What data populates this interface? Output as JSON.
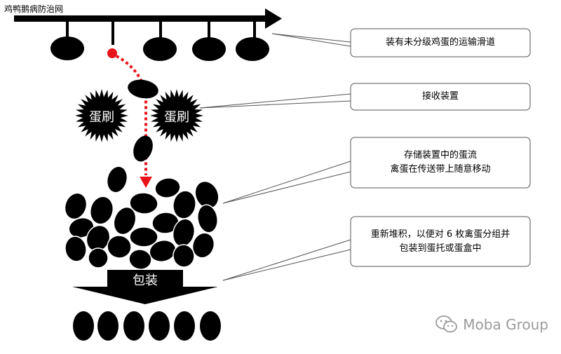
{
  "site_label": "鸡鸭鹅病防治网",
  "brush_label_left": "蛋刷",
  "brush_label_right": "蛋刷",
  "pack_label": "包装",
  "callouts": [
    {
      "lines": [
        "装有未分级鸡蛋的运输滑道"
      ]
    },
    {
      "lines": [
        "接收装置"
      ]
    },
    {
      "lines": [
        "存储装置中的蛋流",
        "禽蛋在传送带上随意移动"
      ]
    },
    {
      "lines": [
        "重新堆积，以便对 6 枚禽蛋分组并",
        "包装到蛋托或蛋盒中"
      ]
    }
  ],
  "watermark": "Moba Group",
  "colors": {
    "egg": "#000000",
    "dotted_path": "#e8131b",
    "callout_border": "#555555"
  }
}
